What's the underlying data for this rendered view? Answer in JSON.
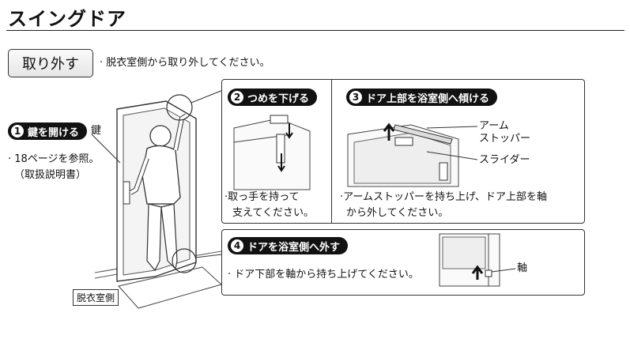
{
  "header": {
    "title": "スイングドア"
  },
  "action": {
    "button_label": "取り外す",
    "instruction": "· 脱衣室側から取り外してください。"
  },
  "steps": {
    "s1": {
      "num": "1",
      "label": "鍵を開ける",
      "side_word": "鍵",
      "note1": "· 18ページを参照。",
      "note2": "（取扱説明書）"
    },
    "s2": {
      "num": "2",
      "label": "つめを下げる",
      "note1": "·取っ手を持って",
      "note2": "支えてください。"
    },
    "s3": {
      "num": "3",
      "label": "ドア上部を浴室側へ傾ける",
      "note1": "·アームストッパーを持ち上げ、ドア上部を軸",
      "note2": "から外してください。",
      "callout_arm_1": "アーム",
      "callout_arm_2": "ストッパー",
      "callout_slider": "スライダー"
    },
    "s4": {
      "num": "4",
      "label": "ドアを浴室側へ外す",
      "note1": "· ドア下部を軸から持ち上げてください。",
      "callout_axis": "軸"
    }
  },
  "room_label": "脱衣室側"
}
